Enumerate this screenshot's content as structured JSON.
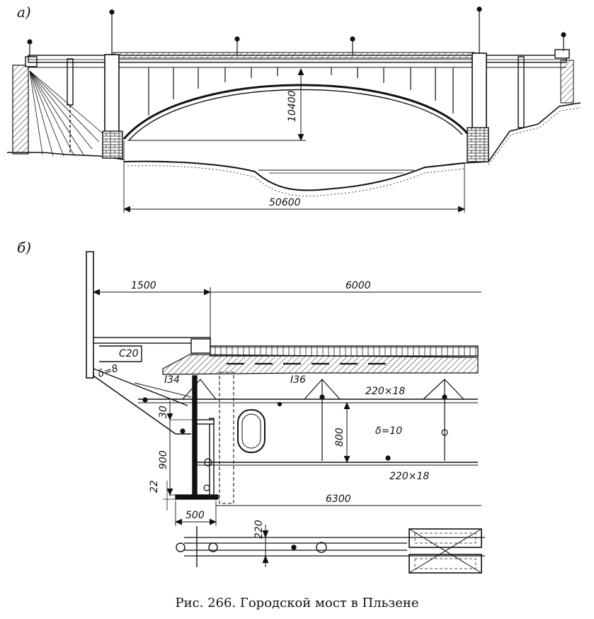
{
  "figure": {
    "caption": "Рис. 266. Городской мост в Пльзене",
    "part_a": {
      "letter": "а)",
      "arch_rise": "10400",
      "span": "50600"
    },
    "part_b": {
      "letter": "б)",
      "dim_sidewalk": "1500",
      "dim_roadway": "6000",
      "channel_label": "C20",
      "plate_left": "δ=8",
      "beam_left": "I34",
      "beam_right": "I36",
      "flange_top": "220×18",
      "web": "δ=10",
      "web_height": "800",
      "flange_bottom": "220×18",
      "dim_30": "30",
      "dim_900": "900",
      "dim_22": "22",
      "dim_500": "500",
      "dim_6300": "6300",
      "dim_220": "220"
    }
  }
}
